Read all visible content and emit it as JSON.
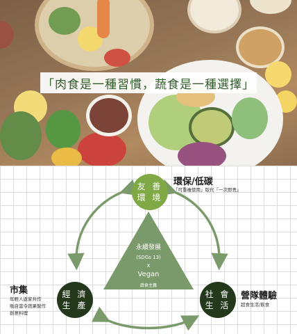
{
  "banner": {
    "text": "「肉食是一種習慣，蔬食是一種選擇」"
  },
  "nodes": {
    "top": {
      "line1": "友 善",
      "line2": "環 境"
    },
    "left": {
      "line1": "經 濟",
      "line2": "生 產"
    },
    "right": {
      "line1": "社 會",
      "line2": "生 活"
    }
  },
  "center": {
    "line1": "永續發展",
    "line2": "(SDGs 13)",
    "line3": "X",
    "line4": "Vegan",
    "line5": "蔬食主義"
  },
  "labels": {
    "top_title": "環保/低碳",
    "top_sub": "「可重複使用」取代「一次即丟」",
    "left_title": "市集",
    "left_sub1": "年輕人返家共作",
    "left_sub2": "販自當令蔬果製作",
    "left_sub3": "創意料理",
    "right_title": "營隊體驗",
    "right_sub": "超食生活/飲食"
  },
  "colors": {
    "light_green": "#7fa944",
    "dark_green": "#24381c",
    "triangle": "#7b9a6b",
    "arrow": "#7b9a6b",
    "banner_text": "#2f5d2a"
  }
}
